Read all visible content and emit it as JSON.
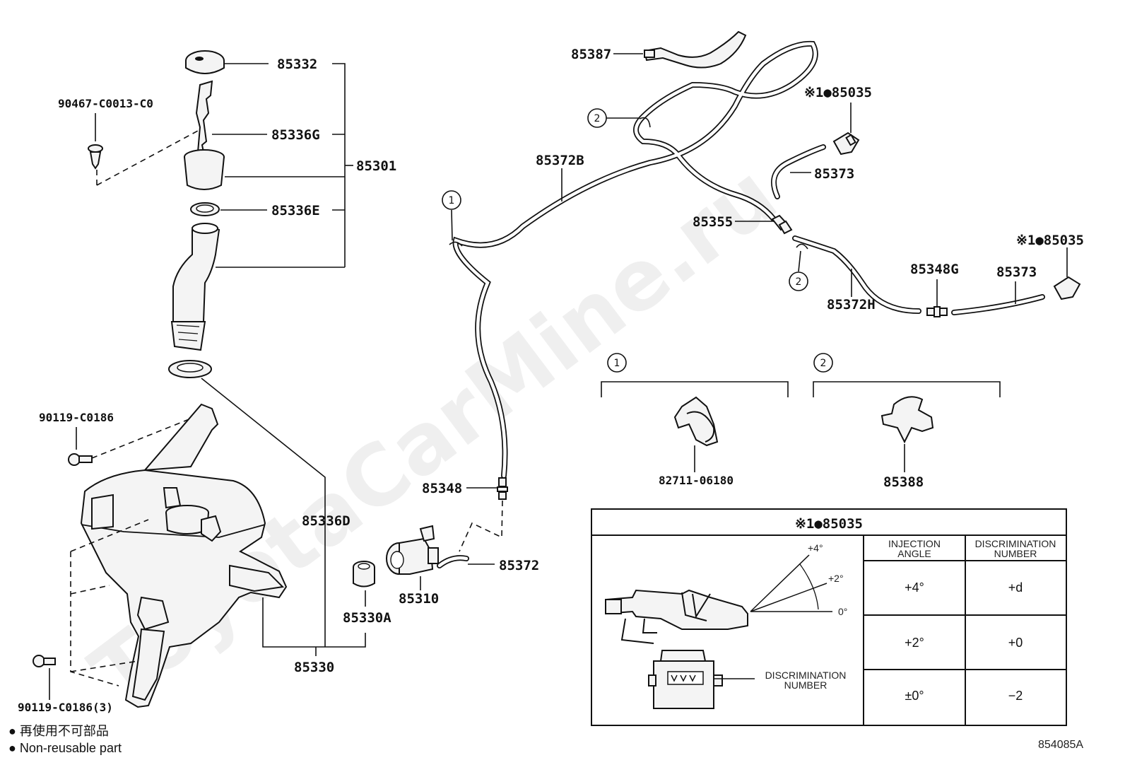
{
  "watermark": "ToyotaCarMine.ru",
  "labels": {
    "p85332": "85332",
    "p90467": "90467-C0013-C0",
    "p85336G": "85336G",
    "p85301": "85301",
    "p85336E": "85336E",
    "p90119a": "90119-C0186",
    "p85336D": "85336D",
    "p85330A": "85330A",
    "p85310": "85310",
    "p85330": "85330",
    "p90119b": "90119-C0186(3)",
    "p85348": "85348",
    "p85372": "85372",
    "p85387": "85387",
    "p85372B": "85372B",
    "p85355": "85355",
    "p85373a": "85373",
    "p85372H": "85372H",
    "p85348G": "85348G",
    "p85373b": "85373",
    "p82711": "82711-06180",
    "p85388": "85388",
    "code85035a": "※1●85035",
    "code85035b": "※1●85035",
    "circle1": "1",
    "circle2": "2",
    "diagram_id": "854085A"
  },
  "legend": {
    "line1": "● 再使用不可部品",
    "line2": "● Non-reusable part"
  },
  "table": {
    "title": "※1●85035",
    "col1_l1": "INJECTION",
    "col1_l2": "ANGLE",
    "col2_l1": "DISCRIMINATION",
    "col2_l2": "NUMBER",
    "rows": [
      {
        "angle": "+4°",
        "number": "+d"
      },
      {
        "angle": "+2°",
        "number": "+0"
      },
      {
        "angle": "±0°",
        "number": "−2"
      }
    ],
    "deg4": "+4°",
    "deg2": "+2°",
    "deg0": "0°",
    "disc_l1": "DISCRIMINATION",
    "disc_l2": "NUMBER"
  }
}
